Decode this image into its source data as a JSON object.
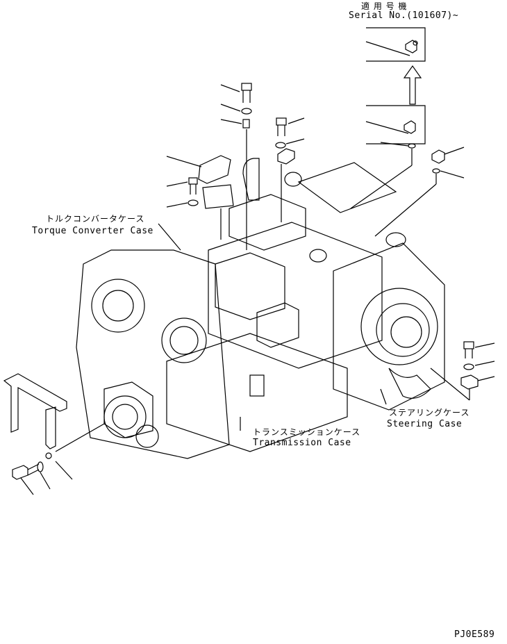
{
  "applicability": {
    "title_jp": "適 用 号 機",
    "serial": "Serial No.(101607)~"
  },
  "labels": {
    "torque_converter_jp": "トルクコンバータケース",
    "torque_converter_en": "Torque Converter Case",
    "transmission_jp": "トランスミッションケース",
    "transmission_en": "Transmission Case",
    "steering_jp": "ステアリングケース",
    "steering_en": "Steering Case"
  },
  "drawing_code": "PJ0E589"
}
